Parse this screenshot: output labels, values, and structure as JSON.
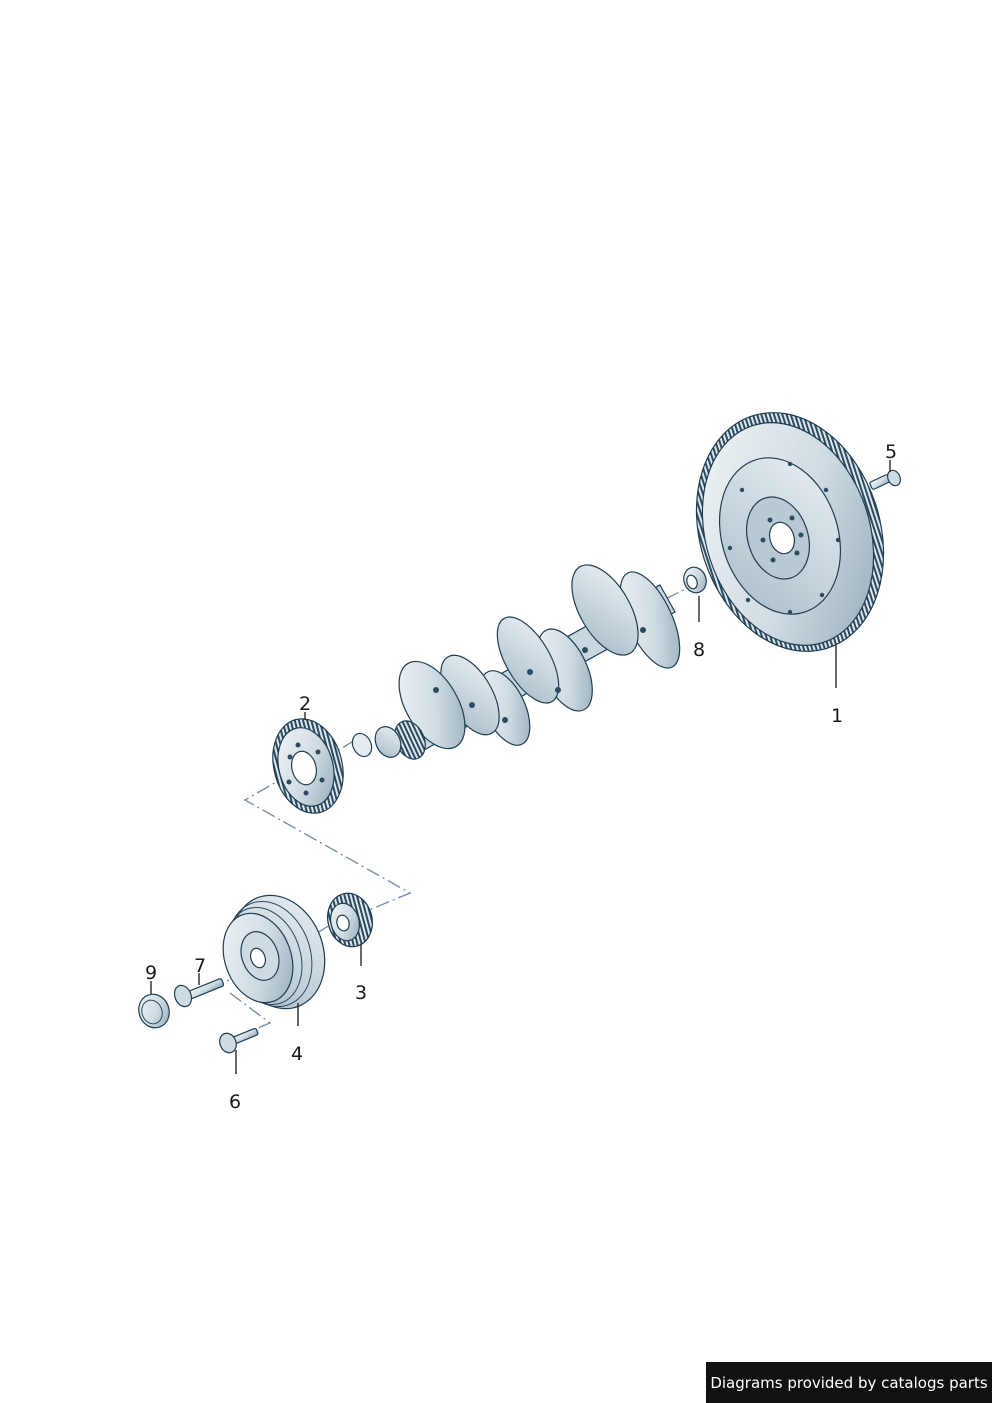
{
  "callouts": {
    "c1": "1",
    "c2": "2",
    "c3": "3",
    "c4": "4",
    "c5": "5",
    "c6": "6",
    "c7": "7",
    "c8": "8",
    "c9": "9"
  },
  "credit": "Diagrams provided by catalogs parts",
  "colors": {
    "part_fill": "#dfe7ec",
    "part_shade": "#9fb4c2",
    "part_dark": "#2c4a60",
    "axis_line": "#6f8aa3",
    "credit_bg": "#111111"
  }
}
